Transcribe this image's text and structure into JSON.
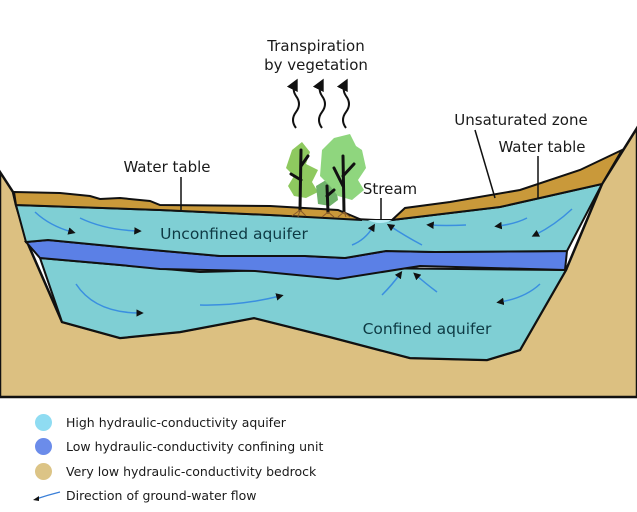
{
  "labels": {
    "transpiration_line1": "Transpiration",
    "transpiration_line2": "by vegetation",
    "water_table_left": "Water table",
    "unsaturated_zone": "Unsaturated zone",
    "water_table_right": "Water table",
    "stream": "Stream",
    "unconfined_aquifer": "Unconfined aquifer",
    "confined_aquifer": "Confined aquifer"
  },
  "legend": [
    {
      "label": "High hydraulic-conductivity aquifer",
      "color": "#8fdcf2",
      "icon": "circle-swatch"
    },
    {
      "label": "Low hydraulic-conductivity confining unit",
      "color": "#6b8cea",
      "icon": "circle-swatch"
    },
    {
      "label": "Very low hydraulic-conductivity bedrock",
      "color": "#dcc486",
      "icon": "circle-swatch"
    },
    {
      "label": "Direction of ground-water flow",
      "color": "#3a7fd8",
      "icon": "flow-arrow"
    }
  ],
  "colors": {
    "aquifer": "#7fcfd4",
    "confining": "#5b80e6",
    "bedrock": "#dcc081",
    "unsaturated": "#c9993a",
    "flow": "#3a8fe0",
    "leaf_light": "#8ec95f",
    "leaf_mid": "#6fb26a",
    "leaf_bright": "#8fd67e"
  }
}
